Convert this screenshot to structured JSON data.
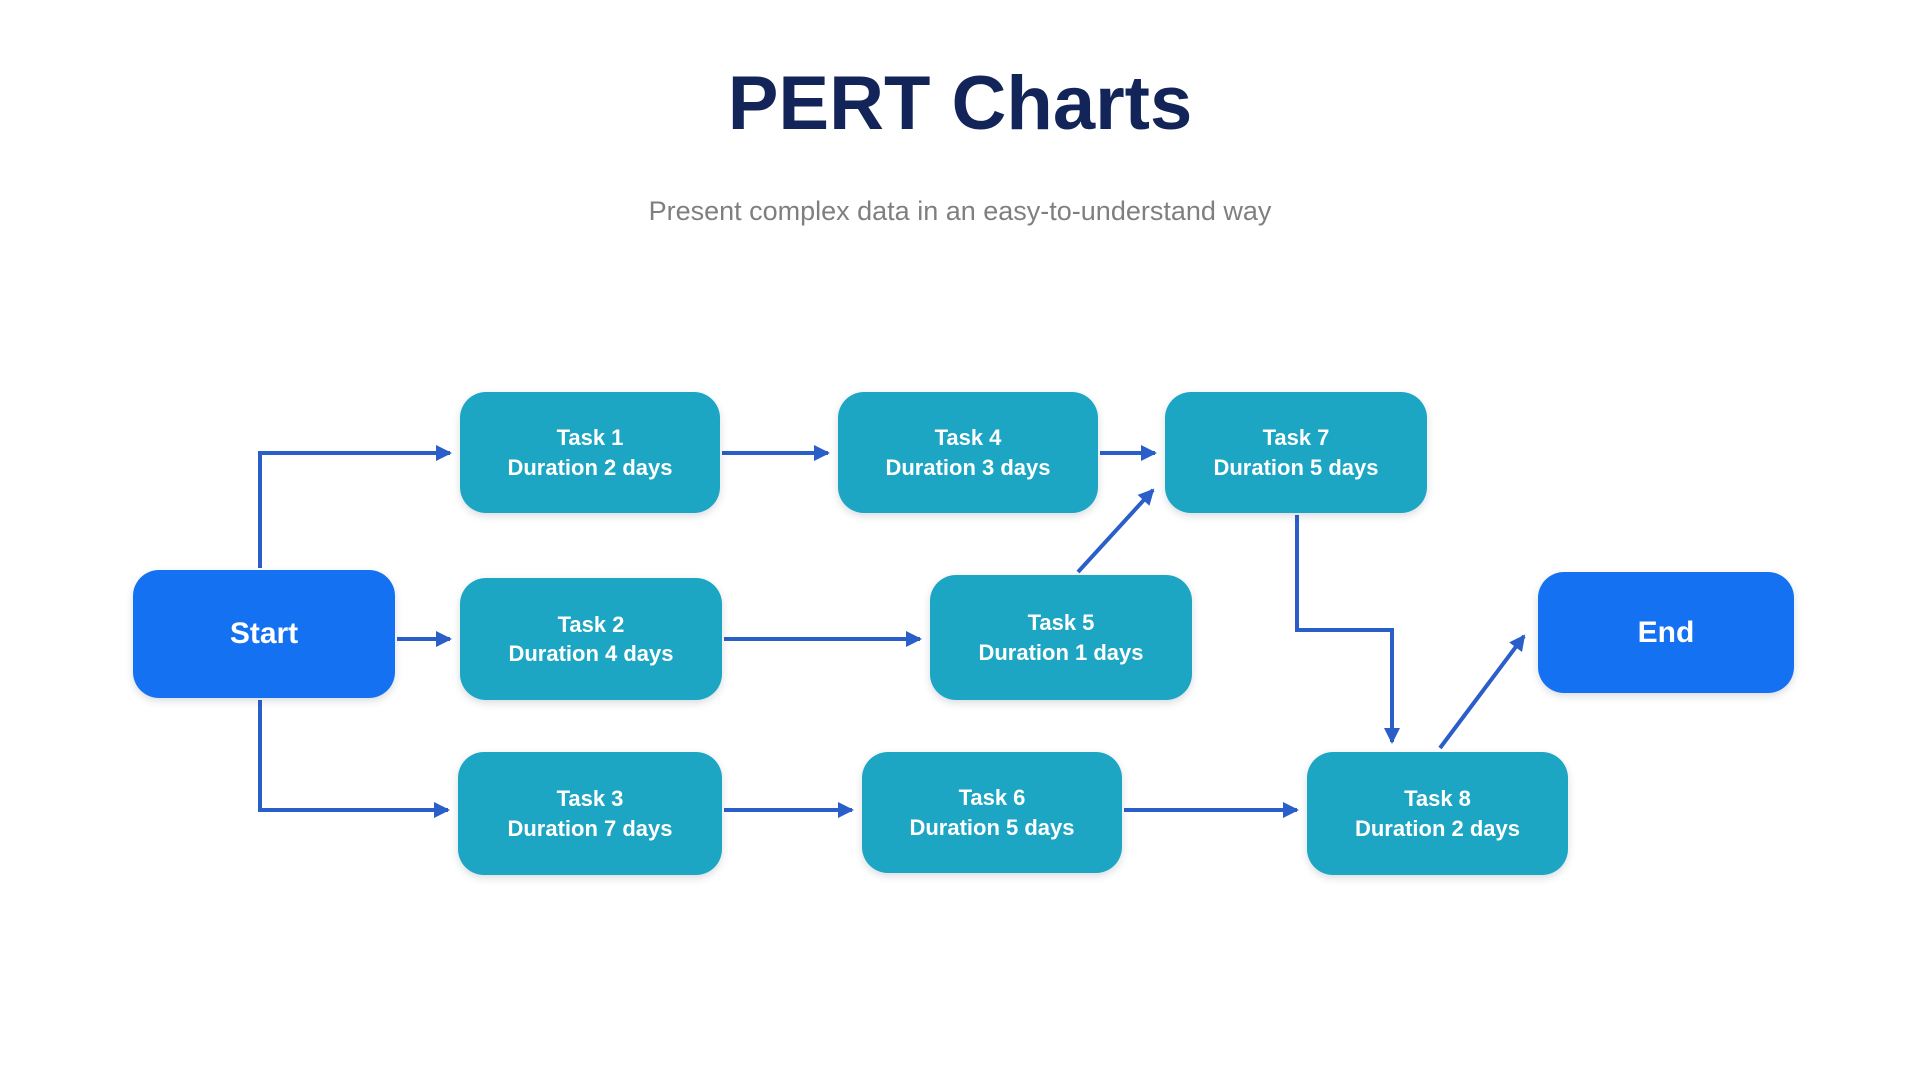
{
  "page": {
    "background_color": "#ffffff"
  },
  "header": {
    "title": "PERT Charts",
    "subtitle": "Present complex data in an easy-to-understand way",
    "title_color": "#132459",
    "subtitle_color": "#7f7f7f"
  },
  "diagram": {
    "type": "pert-flowchart",
    "colors": {
      "milestone_fill": "#1471f2",
      "task_fill": "#1ca6c4",
      "arrow": "#2a5ec9",
      "node_text": "#ffffff"
    },
    "start": {
      "label": "Start"
    },
    "end": {
      "label": "End"
    },
    "tasks": [
      {
        "name": "Task 1",
        "duration": "Duration 2 days"
      },
      {
        "name": "Task 2",
        "duration": "Duration 4 days"
      },
      {
        "name": "Task 3",
        "duration": "Duration 7 days"
      },
      {
        "name": "Task 4",
        "duration": "Duration 3 days"
      },
      {
        "name": "Task 5",
        "duration": "Duration 1 days"
      },
      {
        "name": "Task 6",
        "duration": "Duration 5 days"
      },
      {
        "name": "Task 7",
        "duration": "Duration 5 days"
      },
      {
        "name": "Task 8",
        "duration": "Duration 2 days"
      }
    ],
    "edges": [
      {
        "from": "Start",
        "to": "Task 1"
      },
      {
        "from": "Start",
        "to": "Task 2"
      },
      {
        "from": "Start",
        "to": "Task 3"
      },
      {
        "from": "Task 1",
        "to": "Task 4"
      },
      {
        "from": "Task 2",
        "to": "Task 5"
      },
      {
        "from": "Task 4",
        "to": "Task 7"
      },
      {
        "from": "Task 5",
        "to": "Task 7"
      },
      {
        "from": "Task 7",
        "to": "Task 8"
      },
      {
        "from": "Task 3",
        "to": "Task 6"
      },
      {
        "from": "Task 6",
        "to": "Task 8"
      },
      {
        "from": "Task 8",
        "to": "End"
      }
    ]
  }
}
